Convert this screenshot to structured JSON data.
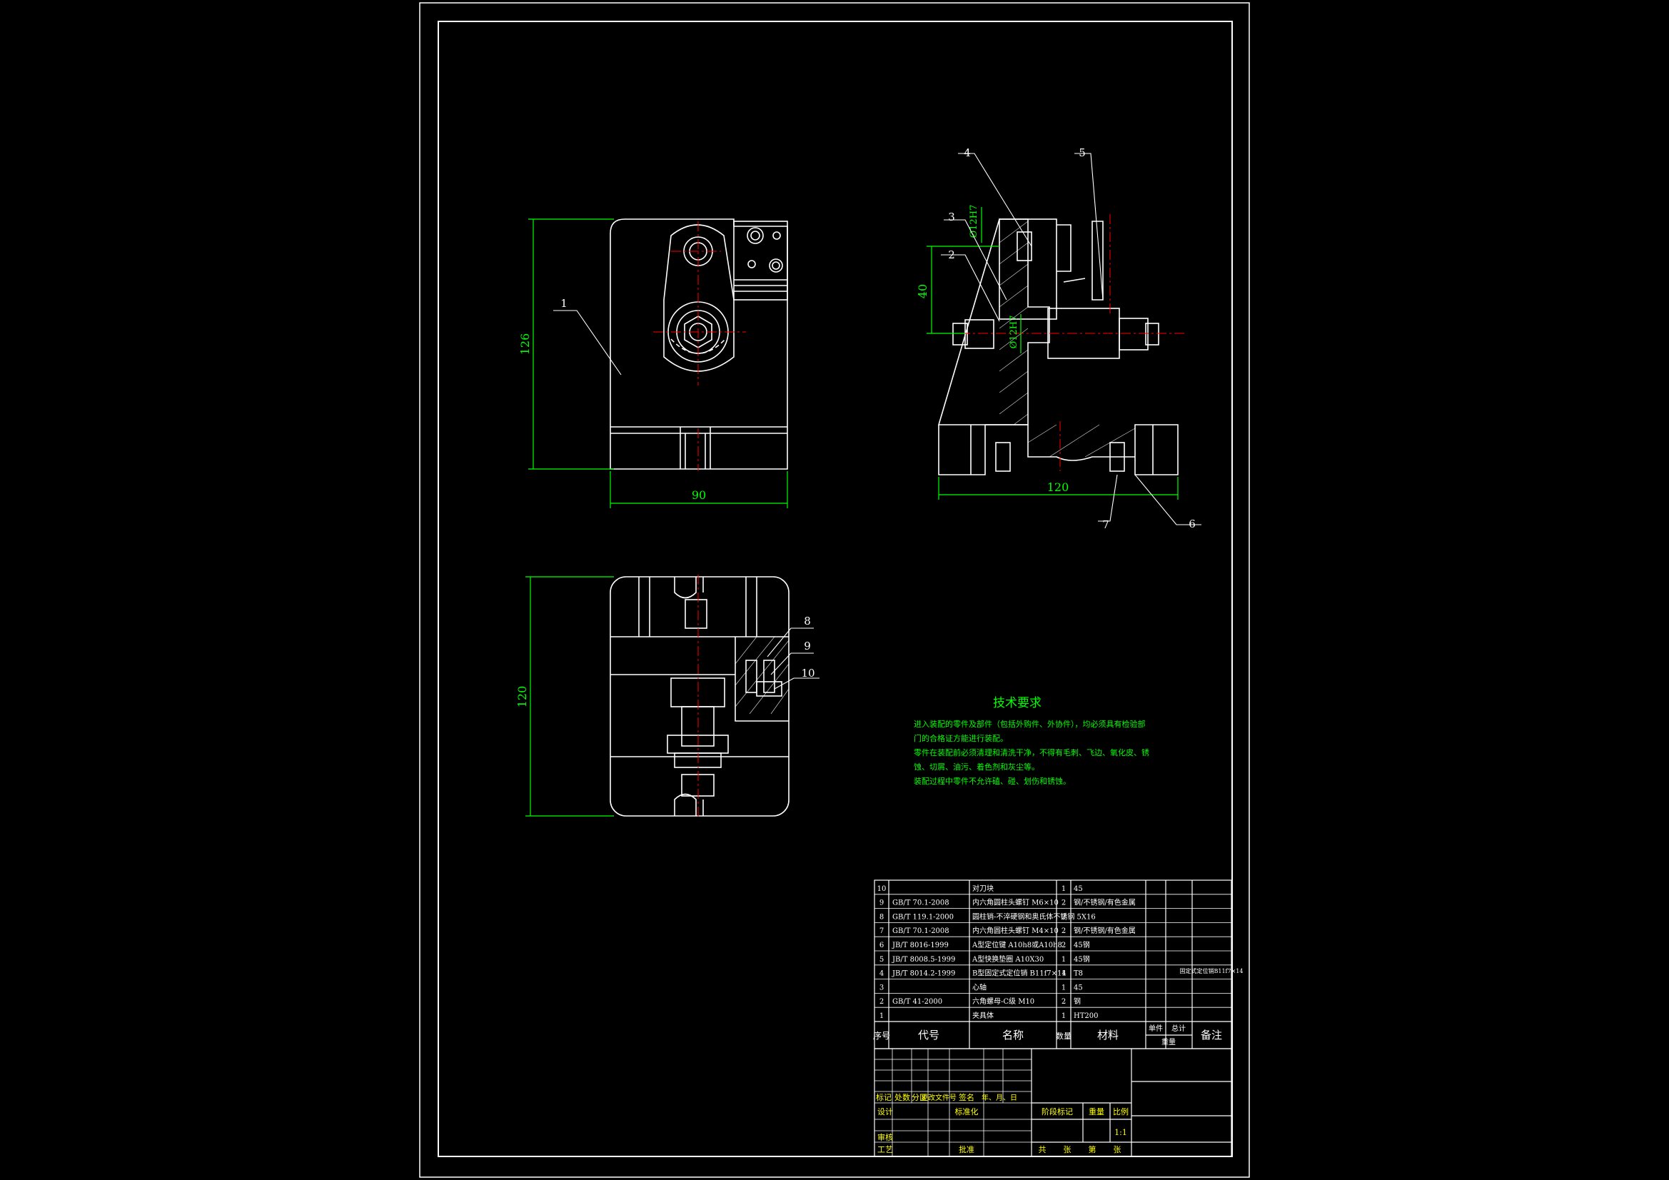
{
  "colors": {
    "background": "#000000",
    "outline": "#ffffff",
    "dimension": "#00ff00",
    "centerline": "#ff0000",
    "text": "#ffffff",
    "tech_title": "#00ff00"
  },
  "dimensions": {
    "front_height": "126",
    "front_width": "90",
    "side_height": "40",
    "side_width": "120",
    "top_height": "120",
    "dia_top": "Ø12H7",
    "dia_mid": "Ø12H7"
  },
  "balloons": [
    "1",
    "2",
    "3",
    "4",
    "5",
    "6",
    "7",
    "8",
    "9",
    "10"
  ],
  "tech": {
    "title": "技术要求",
    "lines": [
      "进入装配的零件及部件（包括外购件、外协件），均必须具有检验部",
      "门的合格证方能进行装配。",
      "零件在装配前必须清理和清洗干净，不得有毛刺、飞边、氧化皮、锈",
      "蚀、切屑、油污、着色剂和灰尘等。",
      "装配过程中零件不允许磕、碰、划伤和锈蚀。"
    ]
  },
  "bom": {
    "rows": [
      {
        "no": "10",
        "code": "",
        "name": "对刀块",
        "qty": "1",
        "mat": "45"
      },
      {
        "no": "9",
        "code": "GB/T 70.1-2008",
        "name": "内六角圆柱头螺钉 M6×10",
        "qty": "2",
        "mat": "钢/不锈钢/有色金属"
      },
      {
        "no": "8",
        "code": "GB/T 119.1-2000",
        "name": "圆柱销-不淬硬钢和奥氏体不锈钢 5X16",
        "qty": "2",
        "mat": ""
      },
      {
        "no": "7",
        "code": "GB/T 70.1-2008",
        "name": "内六角圆柱头螺钉 M4×10",
        "qty": "2",
        "mat": "钢/不锈钢/有色金属"
      },
      {
        "no": "6",
        "code": "JB/T 8016-1999",
        "name": "A型定位键 A10h8或A10h8",
        "qty": "2",
        "mat": "45钢"
      },
      {
        "no": "5",
        "code": "JB/T 8008.5-1999",
        "name": "A型快换垫圈 A10X30",
        "qty": "1",
        "mat": "45钢"
      },
      {
        "no": "4",
        "code": "JB/T 8014.2-1999",
        "name": "B型固定式定位销 B11f7×14",
        "qty": "1",
        "mat": "T8"
      },
      {
        "no": "3",
        "code": "",
        "name": "心轴",
        "qty": "1",
        "mat": "45"
      },
      {
        "no": "2",
        "code": "GB/T 41-2000",
        "name": "六角螺母-C级 M10",
        "qty": "2",
        "mat": "钢"
      },
      {
        "no": "1",
        "code": "",
        "name": "夹具体",
        "qty": "1",
        "mat": "HT200"
      }
    ],
    "note_row4": "固定式定位销B11f7×14",
    "headers": {
      "no": "序号",
      "code": "代号",
      "name": "名称",
      "qty": "数量",
      "mat": "材料",
      "unit": "单件",
      "total": "总计",
      "weight": "重量",
      "remark": "备注"
    }
  },
  "titleblock": {
    "row_labels": [
      "标记",
      "处数",
      "分区",
      "更改文件号",
      "签名",
      "年、月、日"
    ],
    "design": "设计",
    "standard": "标准化",
    "review": "审核",
    "process": "工艺",
    "approve": "批准",
    "stage": "阶段标记",
    "weight": "重量",
    "scale": "比例",
    "scale_value": "1:1",
    "sheets": [
      "共",
      "张",
      "第",
      "张"
    ]
  }
}
